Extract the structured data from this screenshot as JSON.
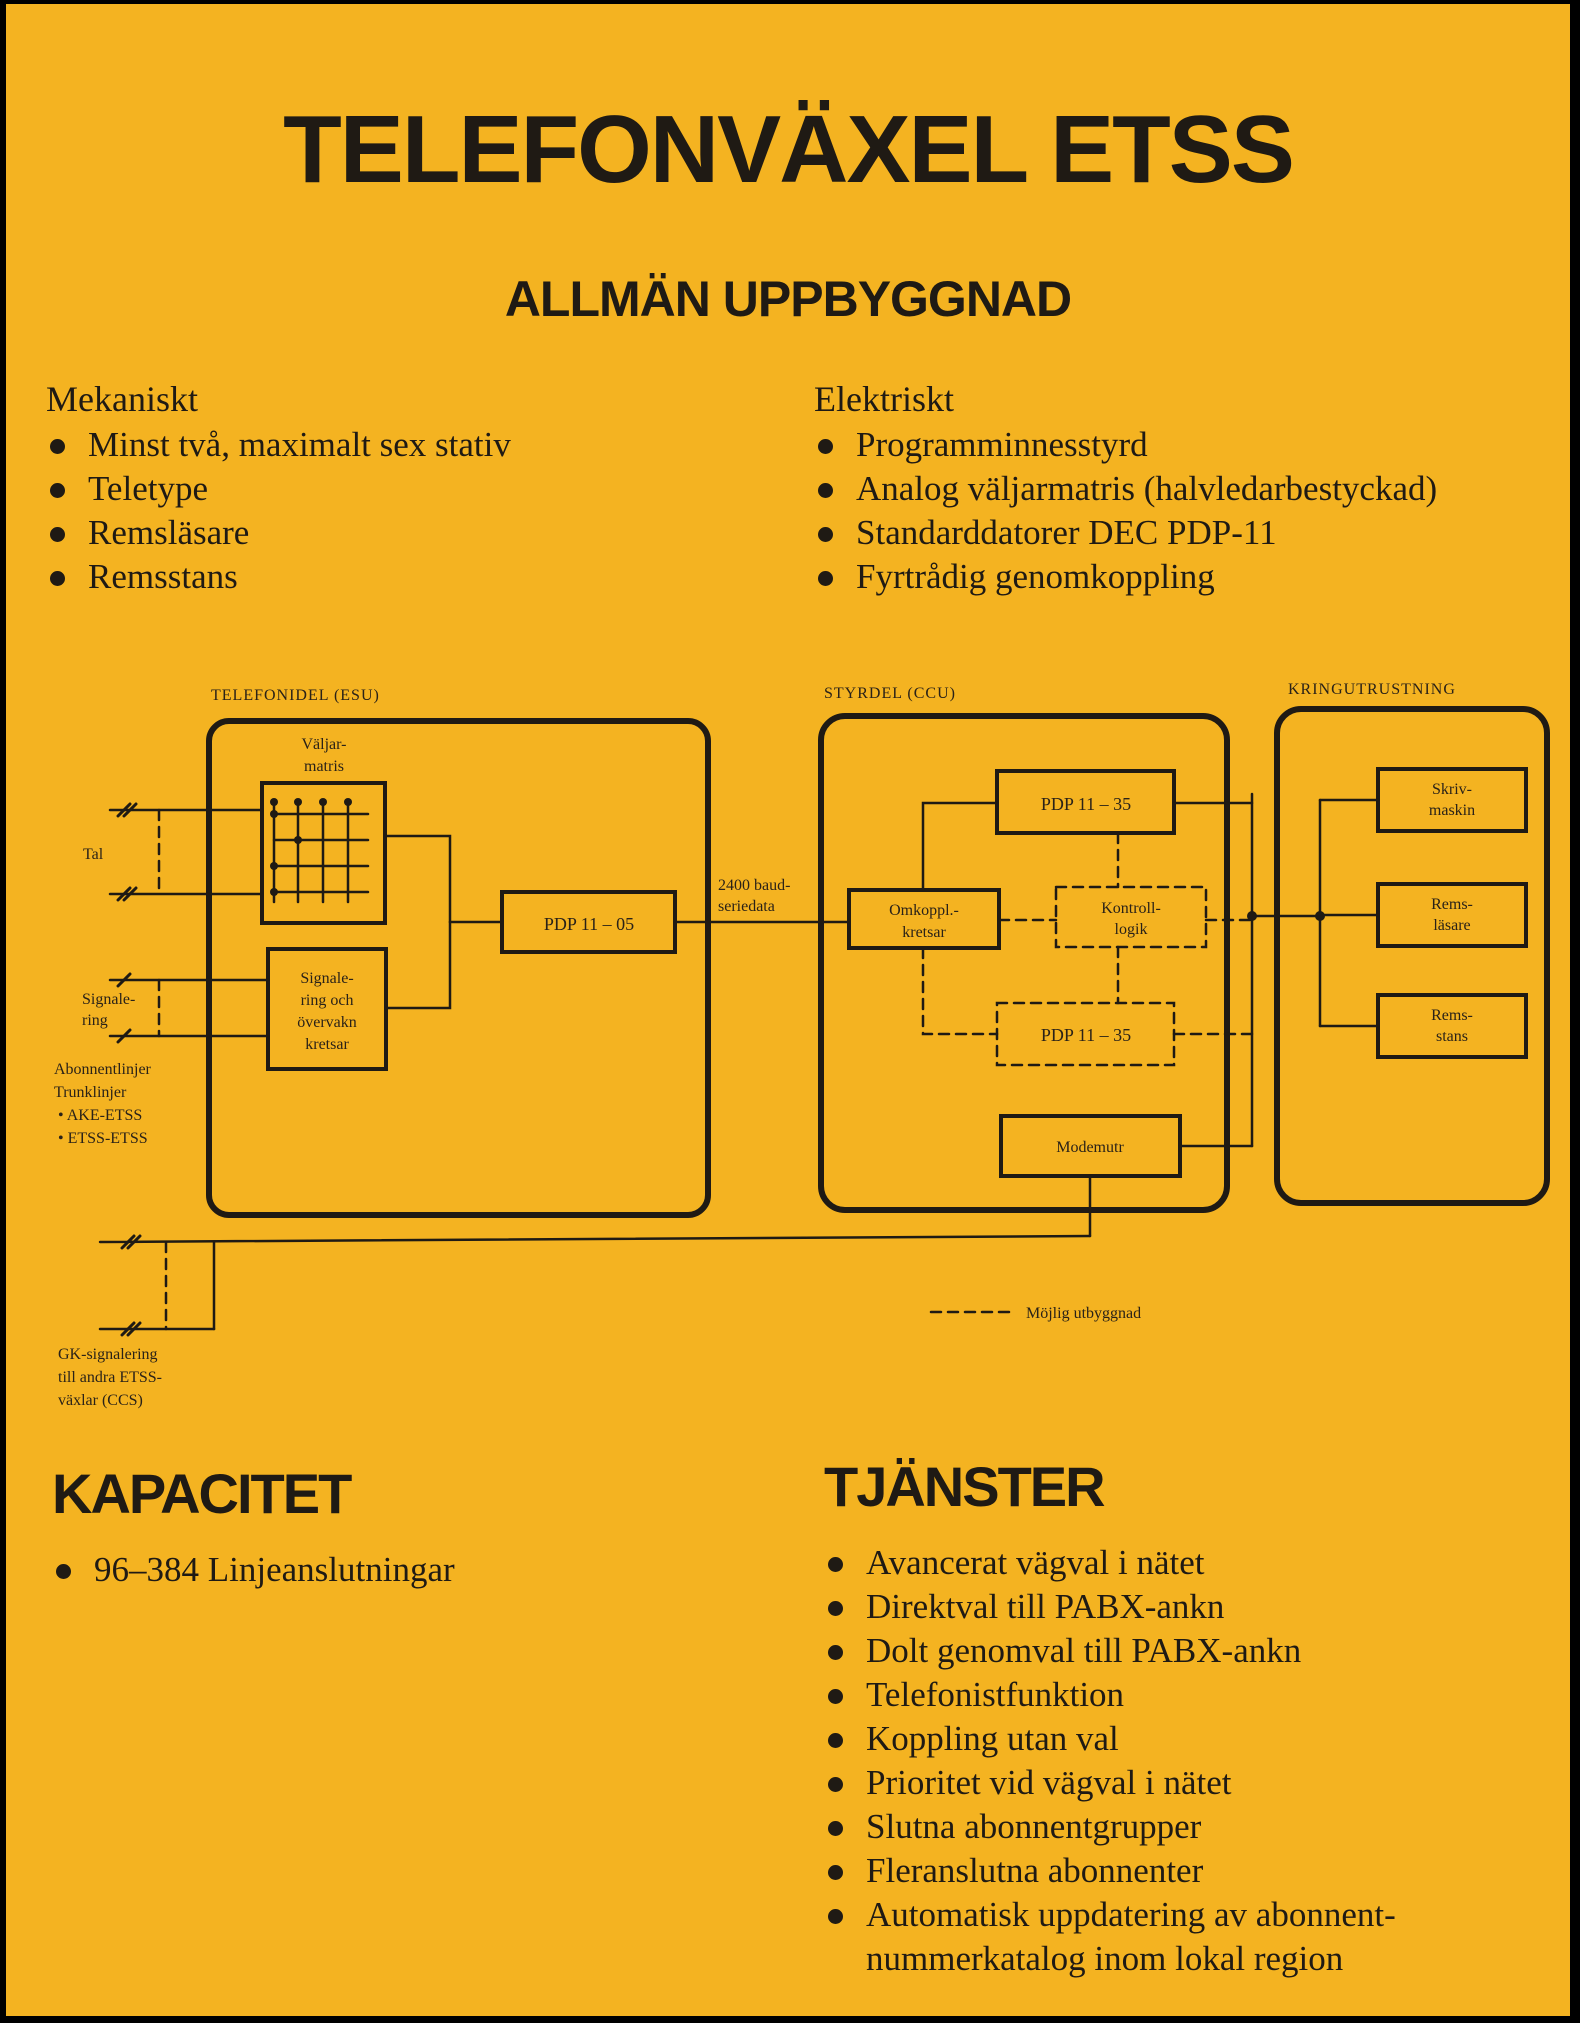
{
  "title": "TELEFONVÄXEL ETSS",
  "subtitle": "ALLMÄN UPPBYGGNAD",
  "mechanical": {
    "heading": "Mekaniskt",
    "items": [
      "Minst två, maximalt sex stativ",
      "Teletype",
      "Remsläsare",
      "Remsstans"
    ]
  },
  "electrical": {
    "heading": "Elektriskt",
    "items": [
      "Programminnesstyrd",
      "Analog väljarmatris (halvledarbestyckad)",
      "Standarddatorer DEC PDP-11",
      "Fyrtrådig genomkoppling"
    ]
  },
  "diagram": {
    "section_esu": "TELEFONIDEL (ESU)",
    "section_ccu": "STYRDEL (CCU)",
    "section_peripheral": "KRINGUTRUSTNING",
    "valjar_1": "Väljar-",
    "valjar_2": "matris",
    "tal": "Tal",
    "signalering_1": "Signale-",
    "signalering_2": "ring",
    "sigbox_1": "Signale-",
    "sigbox_2": "ring och",
    "sigbox_3": "övervakn",
    "sigbox_4": "kretsar",
    "pdp05": "PDP 11 – 05",
    "baud_1": "2400 baud-",
    "baud_2": "seriedata",
    "omkoppl_1": "Omkoppl.-",
    "omkoppl_2": "kretsar",
    "pdp35a": "PDP 11 – 35",
    "kontroll_1": "Kontroll-",
    "kontroll_2": "logik",
    "pdp35b": "PDP 11 – 35",
    "modem": "Modemutr",
    "skriv_1": "Skriv-",
    "skriv_2": "maskin",
    "remslasare_1": "Rems-",
    "remslasare_2": "läsare",
    "remsstans_1": "Rems-",
    "remsstans_2": "stans",
    "abonnent_1": "Abonnentlinjer",
    "abonnent_2": "Trunklinjer",
    "abonnent_3": "• AKE-ETSS",
    "abonnent_4": "• ETSS-ETSS",
    "gk_1": "GK-signalering",
    "gk_2": "till andra ETSS-",
    "gk_3": "växlar (CCS)",
    "legend": "Möjlig utbyggnad"
  },
  "capacity": {
    "heading": "KAPACITET",
    "items": [
      "96–384 Linjeanslutningar"
    ]
  },
  "services": {
    "heading": "TJÄNSTER",
    "items": [
      "Avancerat vägval i nätet",
      "Direktval till PABX-ankn",
      "Dolt genomval till PABX-ankn",
      "Telefonistfunktion",
      "Koppling utan val",
      "Prioritet vid vägval i nätet",
      "Slutna abonnentgrupper",
      "Fleranslutna abonnenter",
      "Automatisk uppdatering av abonnent-",
      "nummerkatalog inom lokal region"
    ]
  },
  "colors": {
    "background": "#F4B321",
    "ink": "#1f1a14",
    "border": "#000000"
  }
}
